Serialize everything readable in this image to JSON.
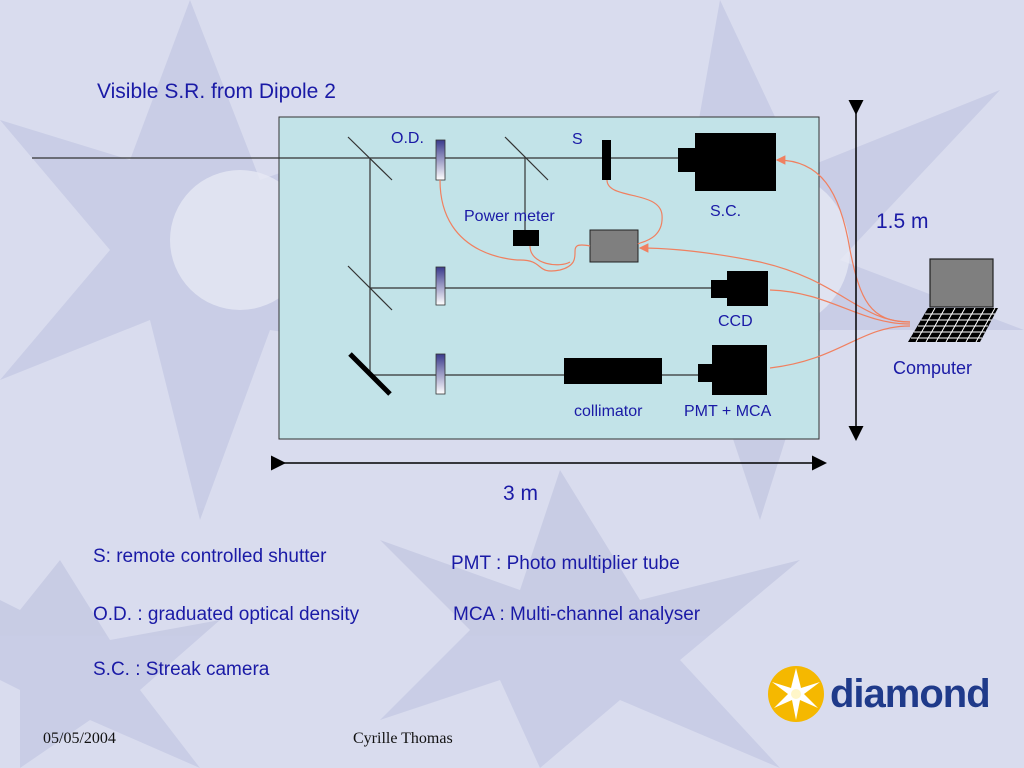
{
  "title": "Visible S.R. from Dipole 2",
  "labels": {
    "od": "O.D.",
    "s": "S",
    "sc": "S.C.",
    "power_meter": "Power meter",
    "ccd": "CCD",
    "collimator": "collimator",
    "pmt_mca": "PMT + MCA",
    "computer": "Computer"
  },
  "dimensions": {
    "height": "1.5 m",
    "width": "3 m"
  },
  "legend": {
    "s": "S: remote controlled shutter",
    "od": "O.D. : graduated optical density",
    "sc": "S.C. : Streak camera",
    "pmt": "PMT : Photo multiplier tube",
    "mca": "MCA : Multi-channel analyser"
  },
  "footer": {
    "date": "05/05/2004",
    "author": "Cyrille Thomas"
  },
  "logo": {
    "text": "diamond"
  },
  "colors": {
    "table": "#c2e3e8",
    "cable": "#f08060",
    "text": "#1a1aa6"
  }
}
